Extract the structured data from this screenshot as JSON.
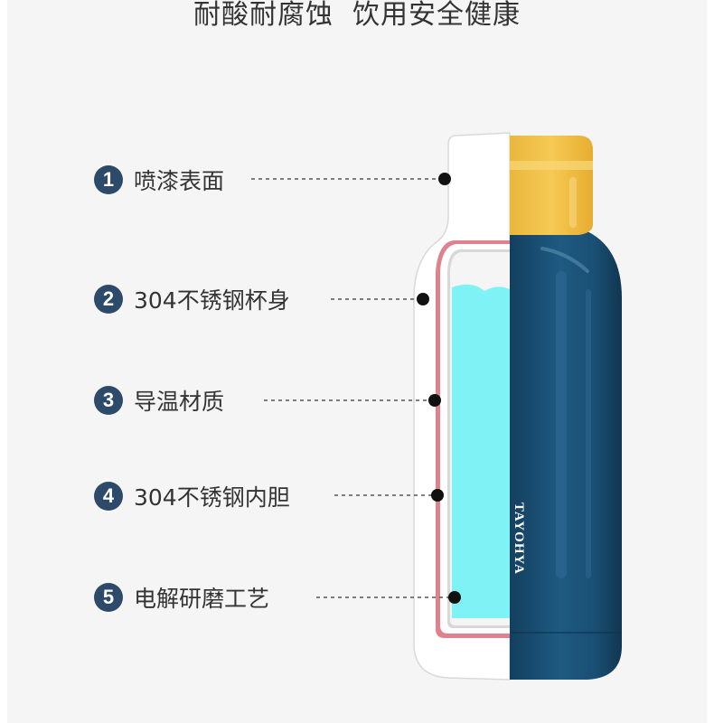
{
  "title": "耐酸耐腐蚀  饮用安全健康",
  "brand": "TAYOHYA",
  "colors": {
    "bottle_blue": "#1b4f73",
    "cap_yellow": "#f3c64a",
    "water_cyan": "#7ef2f4",
    "layer_pink": "#e0828e",
    "badge_navy": "#2d4a6b"
  },
  "callouts": [
    {
      "number": "1",
      "label": "喷漆表面"
    },
    {
      "number": "2",
      "label": "304不锈钢杯身"
    },
    {
      "number": "3",
      "label": "导温材质"
    },
    {
      "number": "4",
      "label": "304不锈钢内胆"
    },
    {
      "number": "5",
      "label": "电解研磨工艺"
    }
  ]
}
